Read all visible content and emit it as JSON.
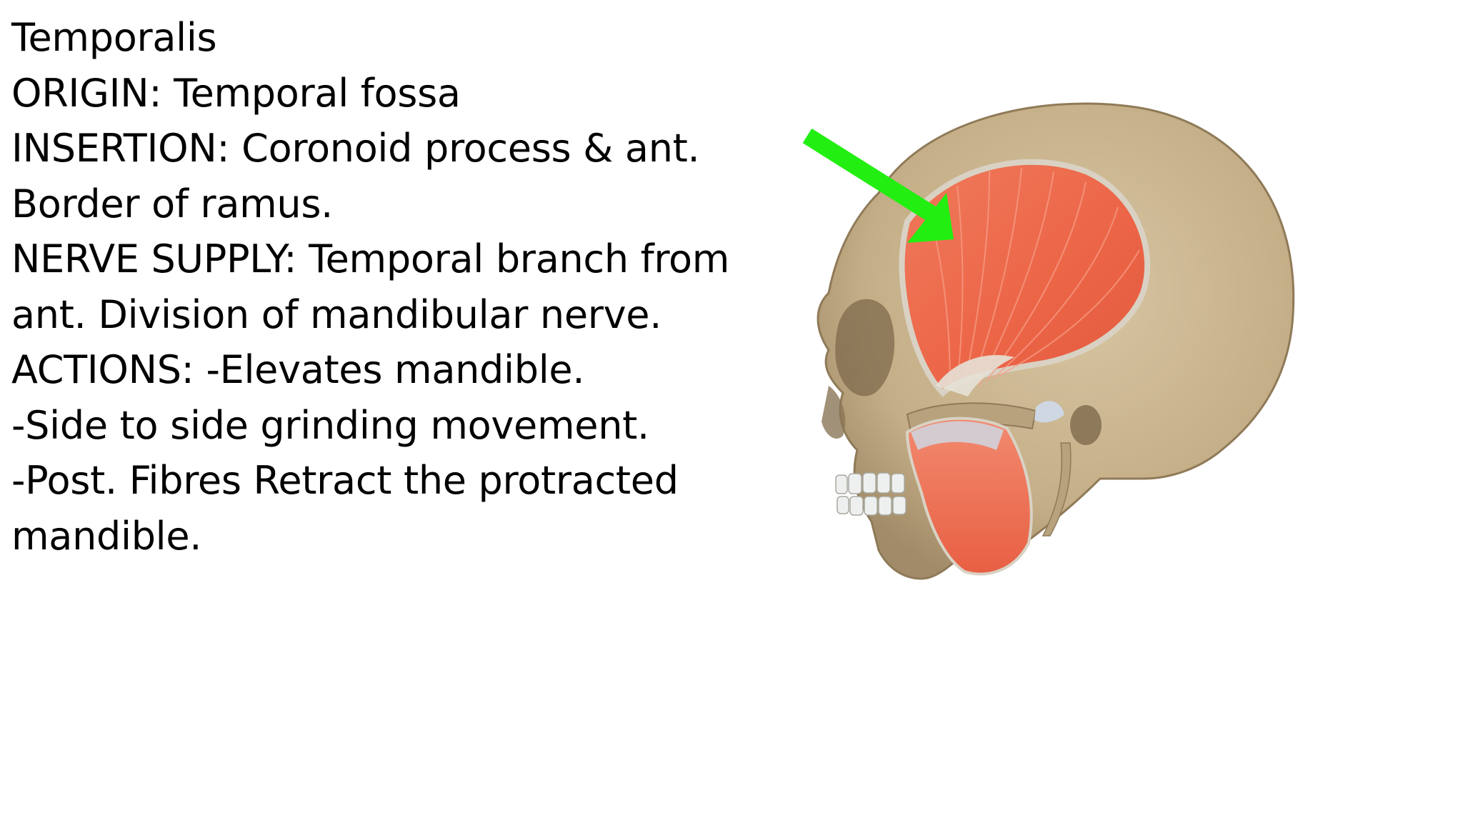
{
  "slide": {
    "lines": [
      "Temporalis",
      "ORIGIN: Temporal fossa",
      "INSERTION: Coronoid process & ant.",
      "Border of ramus.",
      "NERVE SUPPLY: Temporal branch from",
      "ant. Division of mandibular nerve.",
      "ACTIONS: -Elevates mandible.",
      "-Side to side grinding movement.",
      "-Post. Fibres Retract the protracted",
      "mandible."
    ]
  },
  "figure": {
    "subject": "skull-lateral-view-with-temporalis-and-masseter",
    "colors": {
      "bone": "#c9b48f",
      "bone_shadow": "#a89372",
      "muscle": "#ee6b4c",
      "muscle_light": "#f58e73",
      "tendon": "#cfd7e3",
      "arrow": "#22ee11",
      "teeth": "#eef0f0"
    }
  }
}
